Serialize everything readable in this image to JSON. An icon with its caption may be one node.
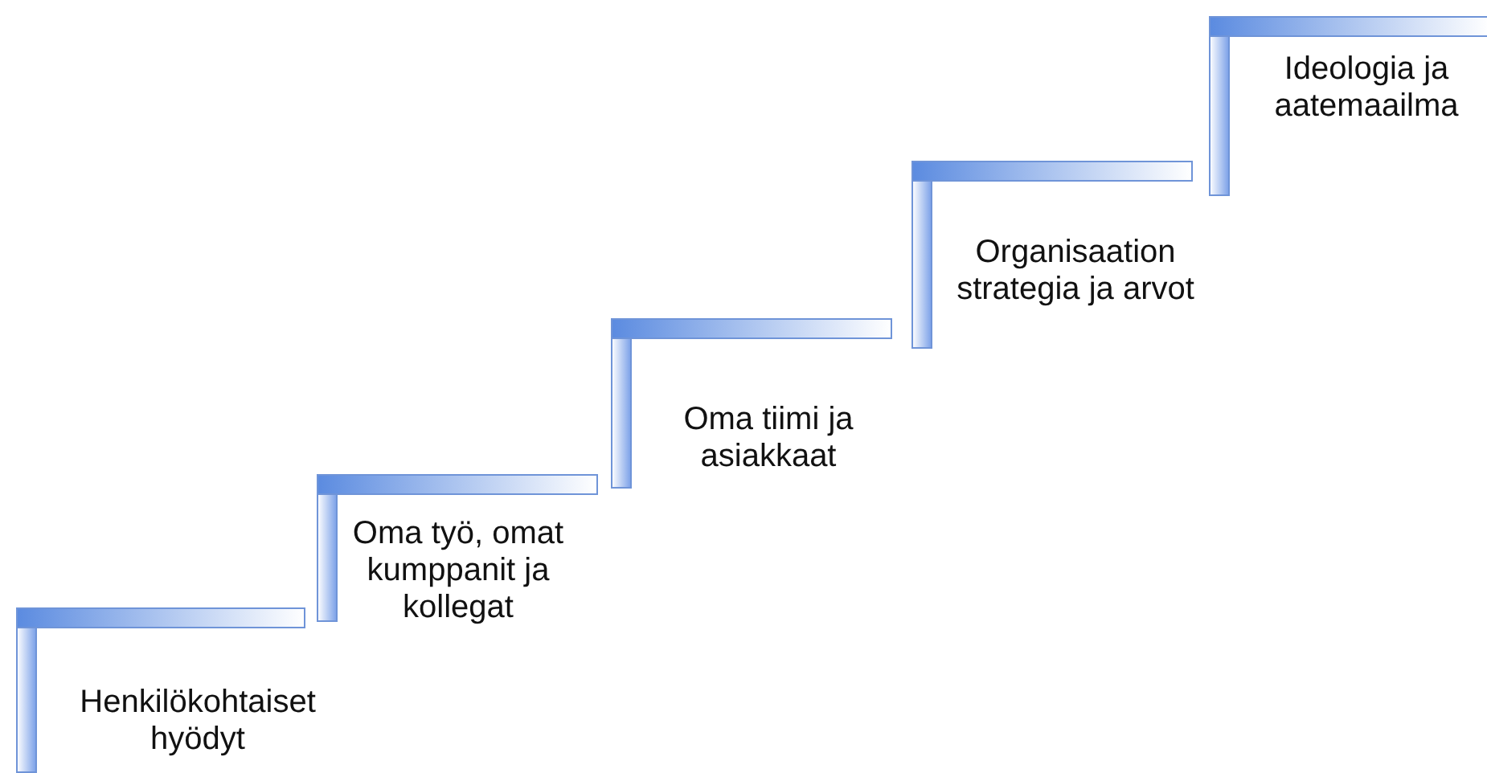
{
  "diagram": {
    "nodes": [
      {
        "text": [
          "Henkilökohtaiset hyödyt"
        ]
      },
      {
        "text": [
          "Oma työ, omat kumppanit ja kollegat"
        ]
      },
      {
        "text": [
          "Oma tiimi ja asiakkaat"
        ]
      },
      {
        "text": [
          "Organisaation strategia ja arvot"
        ]
      },
      {
        "text": [
          "Ideologia ja aatemaailma"
        ]
      }
    ]
  }
}
